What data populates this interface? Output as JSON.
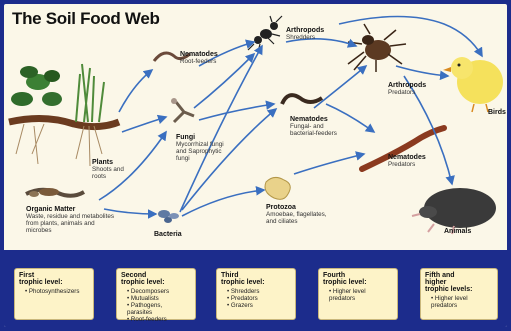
{
  "title": "The Soil Food Web",
  "nodes": {
    "nematodes_root": {
      "name": "Nematodes",
      "desc": "Root-feeders"
    },
    "arthropods_shredders": {
      "name": "Arthropods",
      "desc": "Shredders"
    },
    "fungi": {
      "name": "Fungi",
      "desc": "Mycorrhizal fungi\nand Saprophytic\nfungi"
    },
    "nematodes_fungal": {
      "name": "Nematodes",
      "desc": "Fungal- and\nbacterial-feeders"
    },
    "arthropods_predators": {
      "name": "Arthropods",
      "desc": "Predators"
    },
    "birds": {
      "name": "Birds",
      "desc": ""
    },
    "plants": {
      "name": "Plants",
      "desc": "Shoots and\nroots"
    },
    "nematodes_predators": {
      "name": "Nematodes",
      "desc": "Predators"
    },
    "organic_matter": {
      "name": "Organic Matter",
      "desc": "Waste, residue and metabolites\nfrom plants, animals and\nmicrobes"
    },
    "protozoa": {
      "name": "Protozoa",
      "desc": "Amoebae, flagellates,\nand ciliates"
    },
    "bacteria": {
      "name": "Bacteria",
      "desc": ""
    },
    "animals": {
      "name": "Animals",
      "desc": ""
    }
  },
  "levels": [
    {
      "title": "First\ntrophic level:",
      "items": [
        "Photosynthesizers"
      ]
    },
    {
      "title": "Second\ntrophic level:",
      "items": [
        "Decomposers",
        "Mutualists",
        "Pathogens,\nparasites",
        "Root-feeders"
      ]
    },
    {
      "title": "Third\ntrophic level:",
      "items": [
        "Shredders",
        "Predators",
        "Grazers"
      ]
    },
    {
      "title": "Fourth\ntrophic level:",
      "items": [
        "Higher level\npredators"
      ]
    },
    {
      "title": "Fifth and\nhigher\ntrophic levels:",
      "items": [
        "Higher level\npredators"
      ]
    }
  ],
  "colors": {
    "frame": "#1c2c8c",
    "panel": "#fbf7e8",
    "arrow": "#3a6fc0",
    "level_box": "#fdf3c8"
  }
}
